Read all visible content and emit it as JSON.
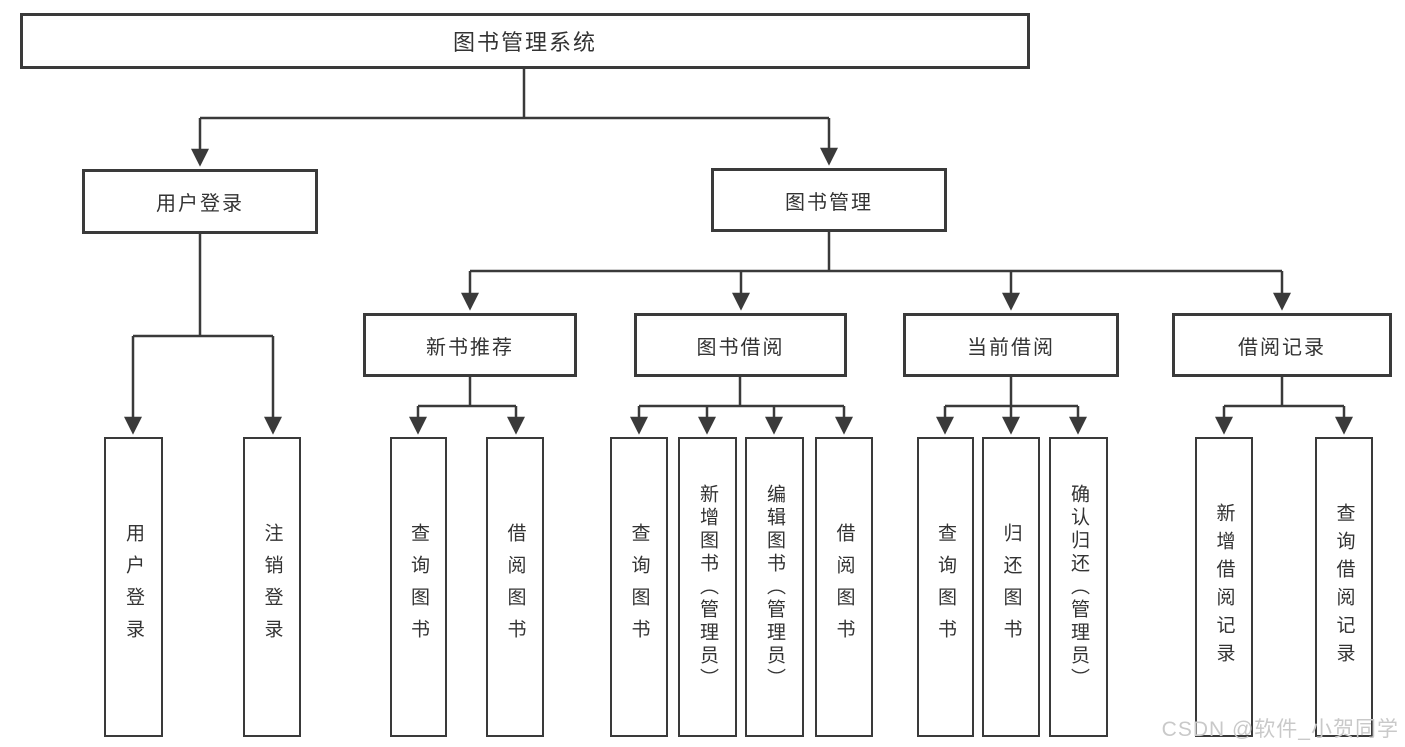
{
  "diagram": {
    "root": {
      "label": "图书管理系统"
    },
    "level2": {
      "user_login": {
        "label": "用户登录"
      },
      "book_mgmt": {
        "label": "图书管理"
      }
    },
    "level3": {
      "new_book_rec": {
        "label": "新书推荐"
      },
      "book_borrow": {
        "label": "图书借阅"
      },
      "current_borrow": {
        "label": "当前借阅"
      },
      "borrow_records": {
        "label": "借阅记录"
      }
    },
    "leaves": {
      "user_login": {
        "label": "用户登录"
      },
      "logout": {
        "label": "注销登录"
      },
      "nb_query": {
        "label": "查询图书"
      },
      "nb_borrow": {
        "label": "借阅图书"
      },
      "bb_query": {
        "label": "查询图书"
      },
      "bb_add": {
        "label": "新增图书（管理员）"
      },
      "bb_edit": {
        "label": "编辑图书（管理员）"
      },
      "bb_borrow": {
        "label": "借阅图书"
      },
      "cb_query": {
        "label": "查询图书"
      },
      "cb_return": {
        "label": "归还图书"
      },
      "cb_confirm": {
        "label": "确认归还（管理员）"
      },
      "br_add": {
        "label": "新增借阅记录"
      },
      "br_query": {
        "label": "查询借阅记录"
      }
    },
    "watermark": "CSDN @软件_小贺同学",
    "colors": {
      "line": "#3a3a3a",
      "text": "#333333",
      "watermark": "#c9c9c9"
    }
  }
}
